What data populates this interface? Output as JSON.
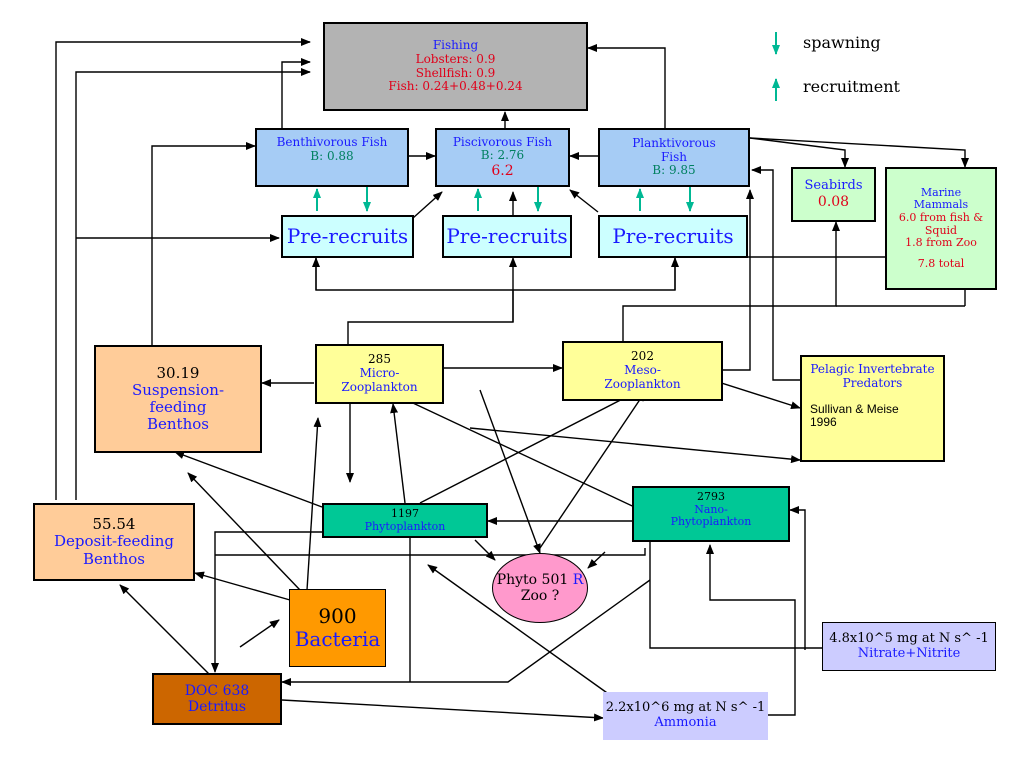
{
  "legend": {
    "spawning": "spawning",
    "recruitment": "recruitment",
    "arrow_color": "#00b894"
  },
  "nodes": {
    "fishing": {
      "title": "Fishing",
      "lobsters": "Lobsters: 0.9",
      "shellfish": "Shellfish: 0.9",
      "fish": "Fish: 0.24+0.48+0.24",
      "fill": "#b3b3b3"
    },
    "benthivorous": {
      "title": "Benthivorous Fish",
      "biomass": "B: 0.88",
      "fill": "#a6ccf5"
    },
    "piscivorous": {
      "title": "Piscivorous Fish",
      "biomass": "B: 2.76",
      "extra": "6.2",
      "fill": "#a6ccf5"
    },
    "planktivorous": {
      "title1": "Planktivorous",
      "title2": "Fish",
      "biomass": "B: 9.85",
      "fill": "#a6ccf5"
    },
    "prerecruits_1": {
      "label": "Pre-recruits",
      "fill": "#ccffff"
    },
    "prerecruits_2": {
      "label": "Pre-recruits",
      "fill": "#ccffff"
    },
    "prerecruits_3": {
      "label": "Pre-recruits",
      "fill": "#ccffff"
    },
    "seabirds": {
      "title": "Seabirds",
      "value": "0.08",
      "fill": "#ccffcc"
    },
    "marine_mammals": {
      "l1": "Marine",
      "l2": "Mammals",
      "l3": "6.0 from fish &",
      "l4": "Squid",
      "l5": "1.8 from Zoo",
      "l6": "7.8 total",
      "fill": "#ccffcc"
    },
    "micro_zoo": {
      "value": "285",
      "l1": "Micro-",
      "l2": "Zooplankton",
      "fill": "#ffff99"
    },
    "meso_zoo": {
      "value": "202",
      "l1": "Meso-",
      "l2": "Zooplankton",
      "fill": "#ffff99"
    },
    "suspension": {
      "value": "30.19",
      "l1": "Suspension-",
      "l2": "feeding",
      "l3": "Benthos",
      "fill": "#ffcc99"
    },
    "pelagic": {
      "l1": "Pelagic Invertebrate",
      "l2": "Predators",
      "l3": "Sullivan & Meise",
      "l4": "1996",
      "fill": "#ffff99"
    },
    "phytoplankton": {
      "value": "1197",
      "label": "Phytoplankton",
      "fill": "#00c896"
    },
    "nano": {
      "value": "2793",
      "l1": "Nano-",
      "l2": "Phytoplankton",
      "fill": "#00c896"
    },
    "deposit": {
      "value": "55.54",
      "l1": "Deposit-feeding",
      "l2": "Benthos",
      "fill": "#ffcc99"
    },
    "phyto_zoo": {
      "l1a": "Phyto 501 ",
      "l1b": "R",
      "l2": "Zoo ?",
      "fill": "#ff99cc"
    },
    "bacteria": {
      "value": "900",
      "label": "Bacteria",
      "fill": "#ff9900"
    },
    "doc": {
      "l1": "DOC 638",
      "l2": "Detritus",
      "fill": "#cc6600"
    },
    "nitrate": {
      "l1": "4.8x10^5 mg at N s^ -1",
      "l2": "Nitrate+Nitrite",
      "fill": "#ccccff"
    },
    "ammonia": {
      "l1": "2.2x10^6 mg at N s^ -1",
      "l2": "Ammonia",
      "fill": "#ccccff"
    }
  }
}
